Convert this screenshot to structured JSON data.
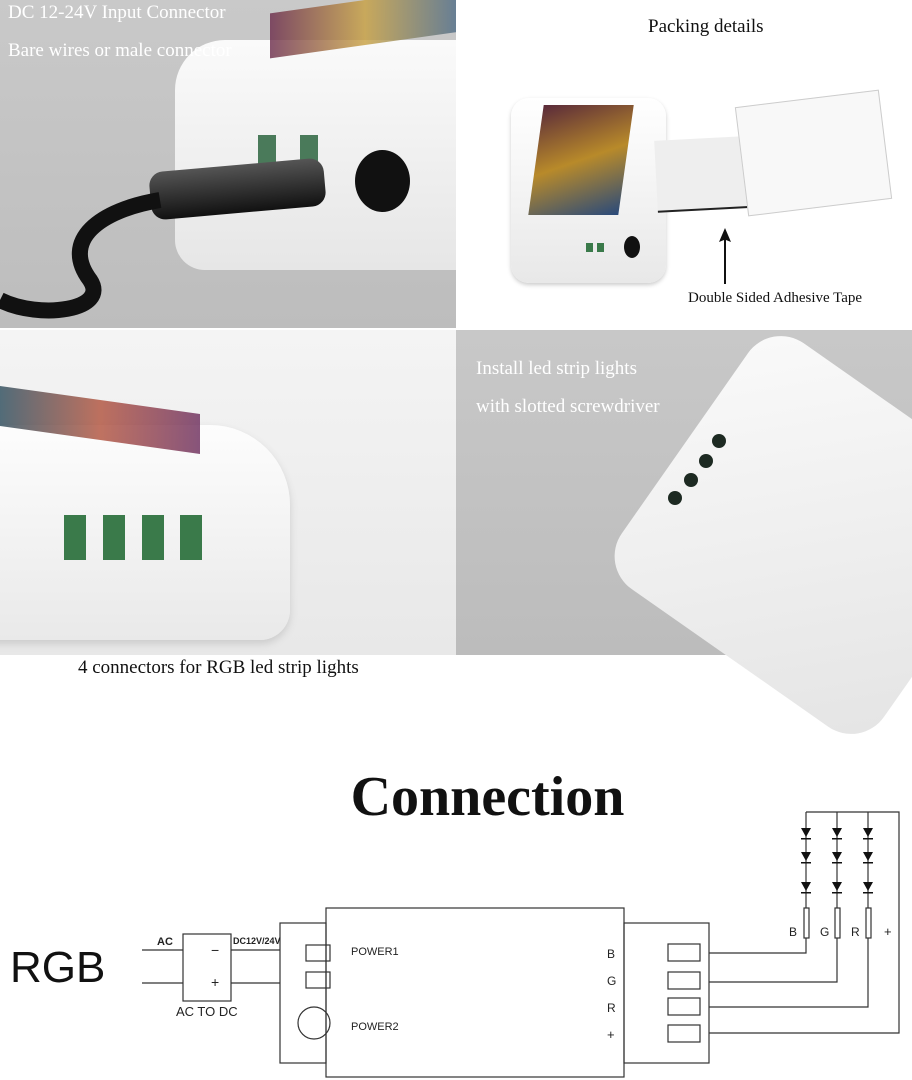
{
  "panels": {
    "input": {
      "line1": "DC 12-24V Input Connector",
      "line2": "Bare wires or male connector"
    },
    "packing": {
      "title": "Packing details",
      "tape_label": "Double Sided Adhesive Tape"
    },
    "connectors": {
      "caption": "4 connectors for RGB led strip lights"
    },
    "install": {
      "line1": "Install  led  strip  lights",
      "line2": "with slotted screwdriver"
    }
  },
  "diagram": {
    "title": "Connection",
    "mode_label": "RGB",
    "ac_label": "AC",
    "minus": "−",
    "plus": "+",
    "dc_label": "DC12V/24V",
    "converter_label": "AC TO DC",
    "power1": "POWER1",
    "power2": "POWER2",
    "outputs": [
      "B",
      "G",
      "R",
      "+"
    ],
    "strip_labels": [
      "B",
      "G",
      "R",
      "+"
    ]
  }
}
